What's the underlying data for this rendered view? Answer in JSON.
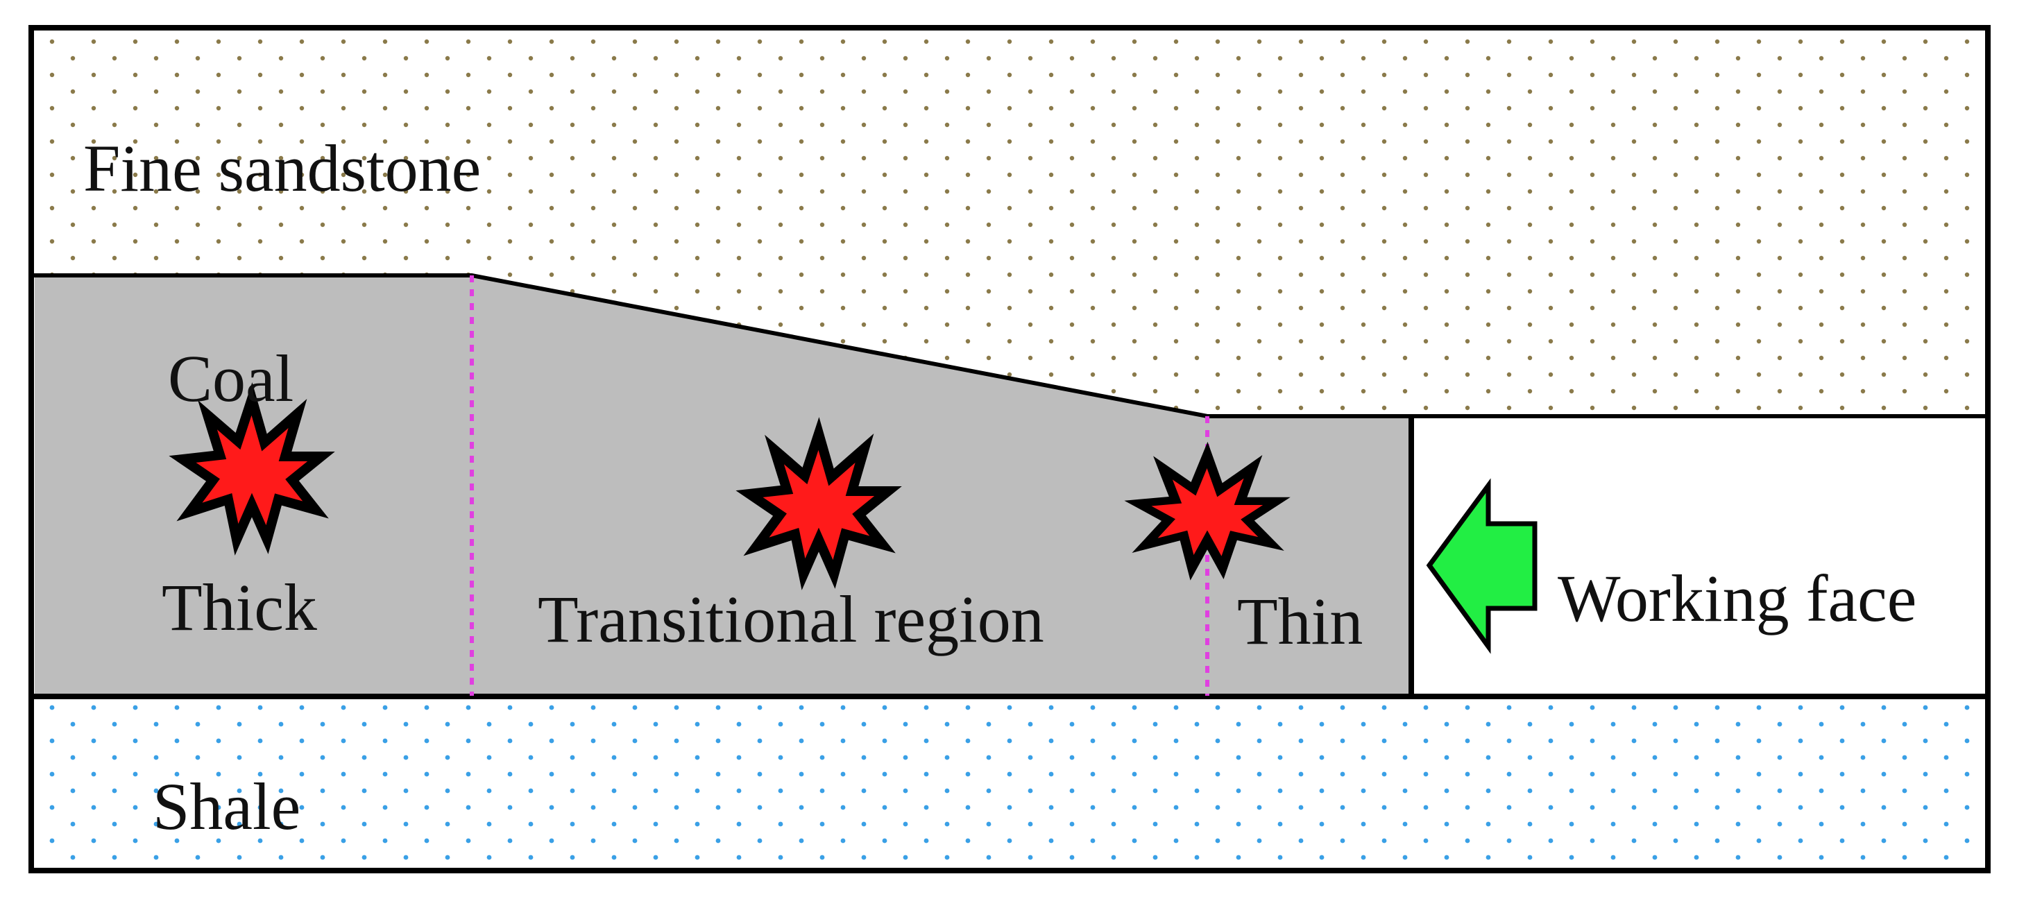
{
  "labels": {
    "fine_sandstone": "Fine sandstone",
    "coal": "Coal",
    "thick": "Thick",
    "transitional_region": "Transitional region",
    "thin": "Thin",
    "working_face": "Working face",
    "shale": "Shale"
  },
  "colors": {
    "coal_fill": "#bdbdbd",
    "sandstone_dots": "#8a7a4a",
    "shale_dots": "#3aa0e6",
    "boundary_dashes": "#e040e0",
    "burst_fill": "#ff1a1a",
    "burst_outline": "#000000",
    "arrow_fill": "#22ee44",
    "border": "#000000"
  },
  "icons": {
    "burst": "explosion-burst-icon",
    "arrow": "left-arrow-icon"
  }
}
